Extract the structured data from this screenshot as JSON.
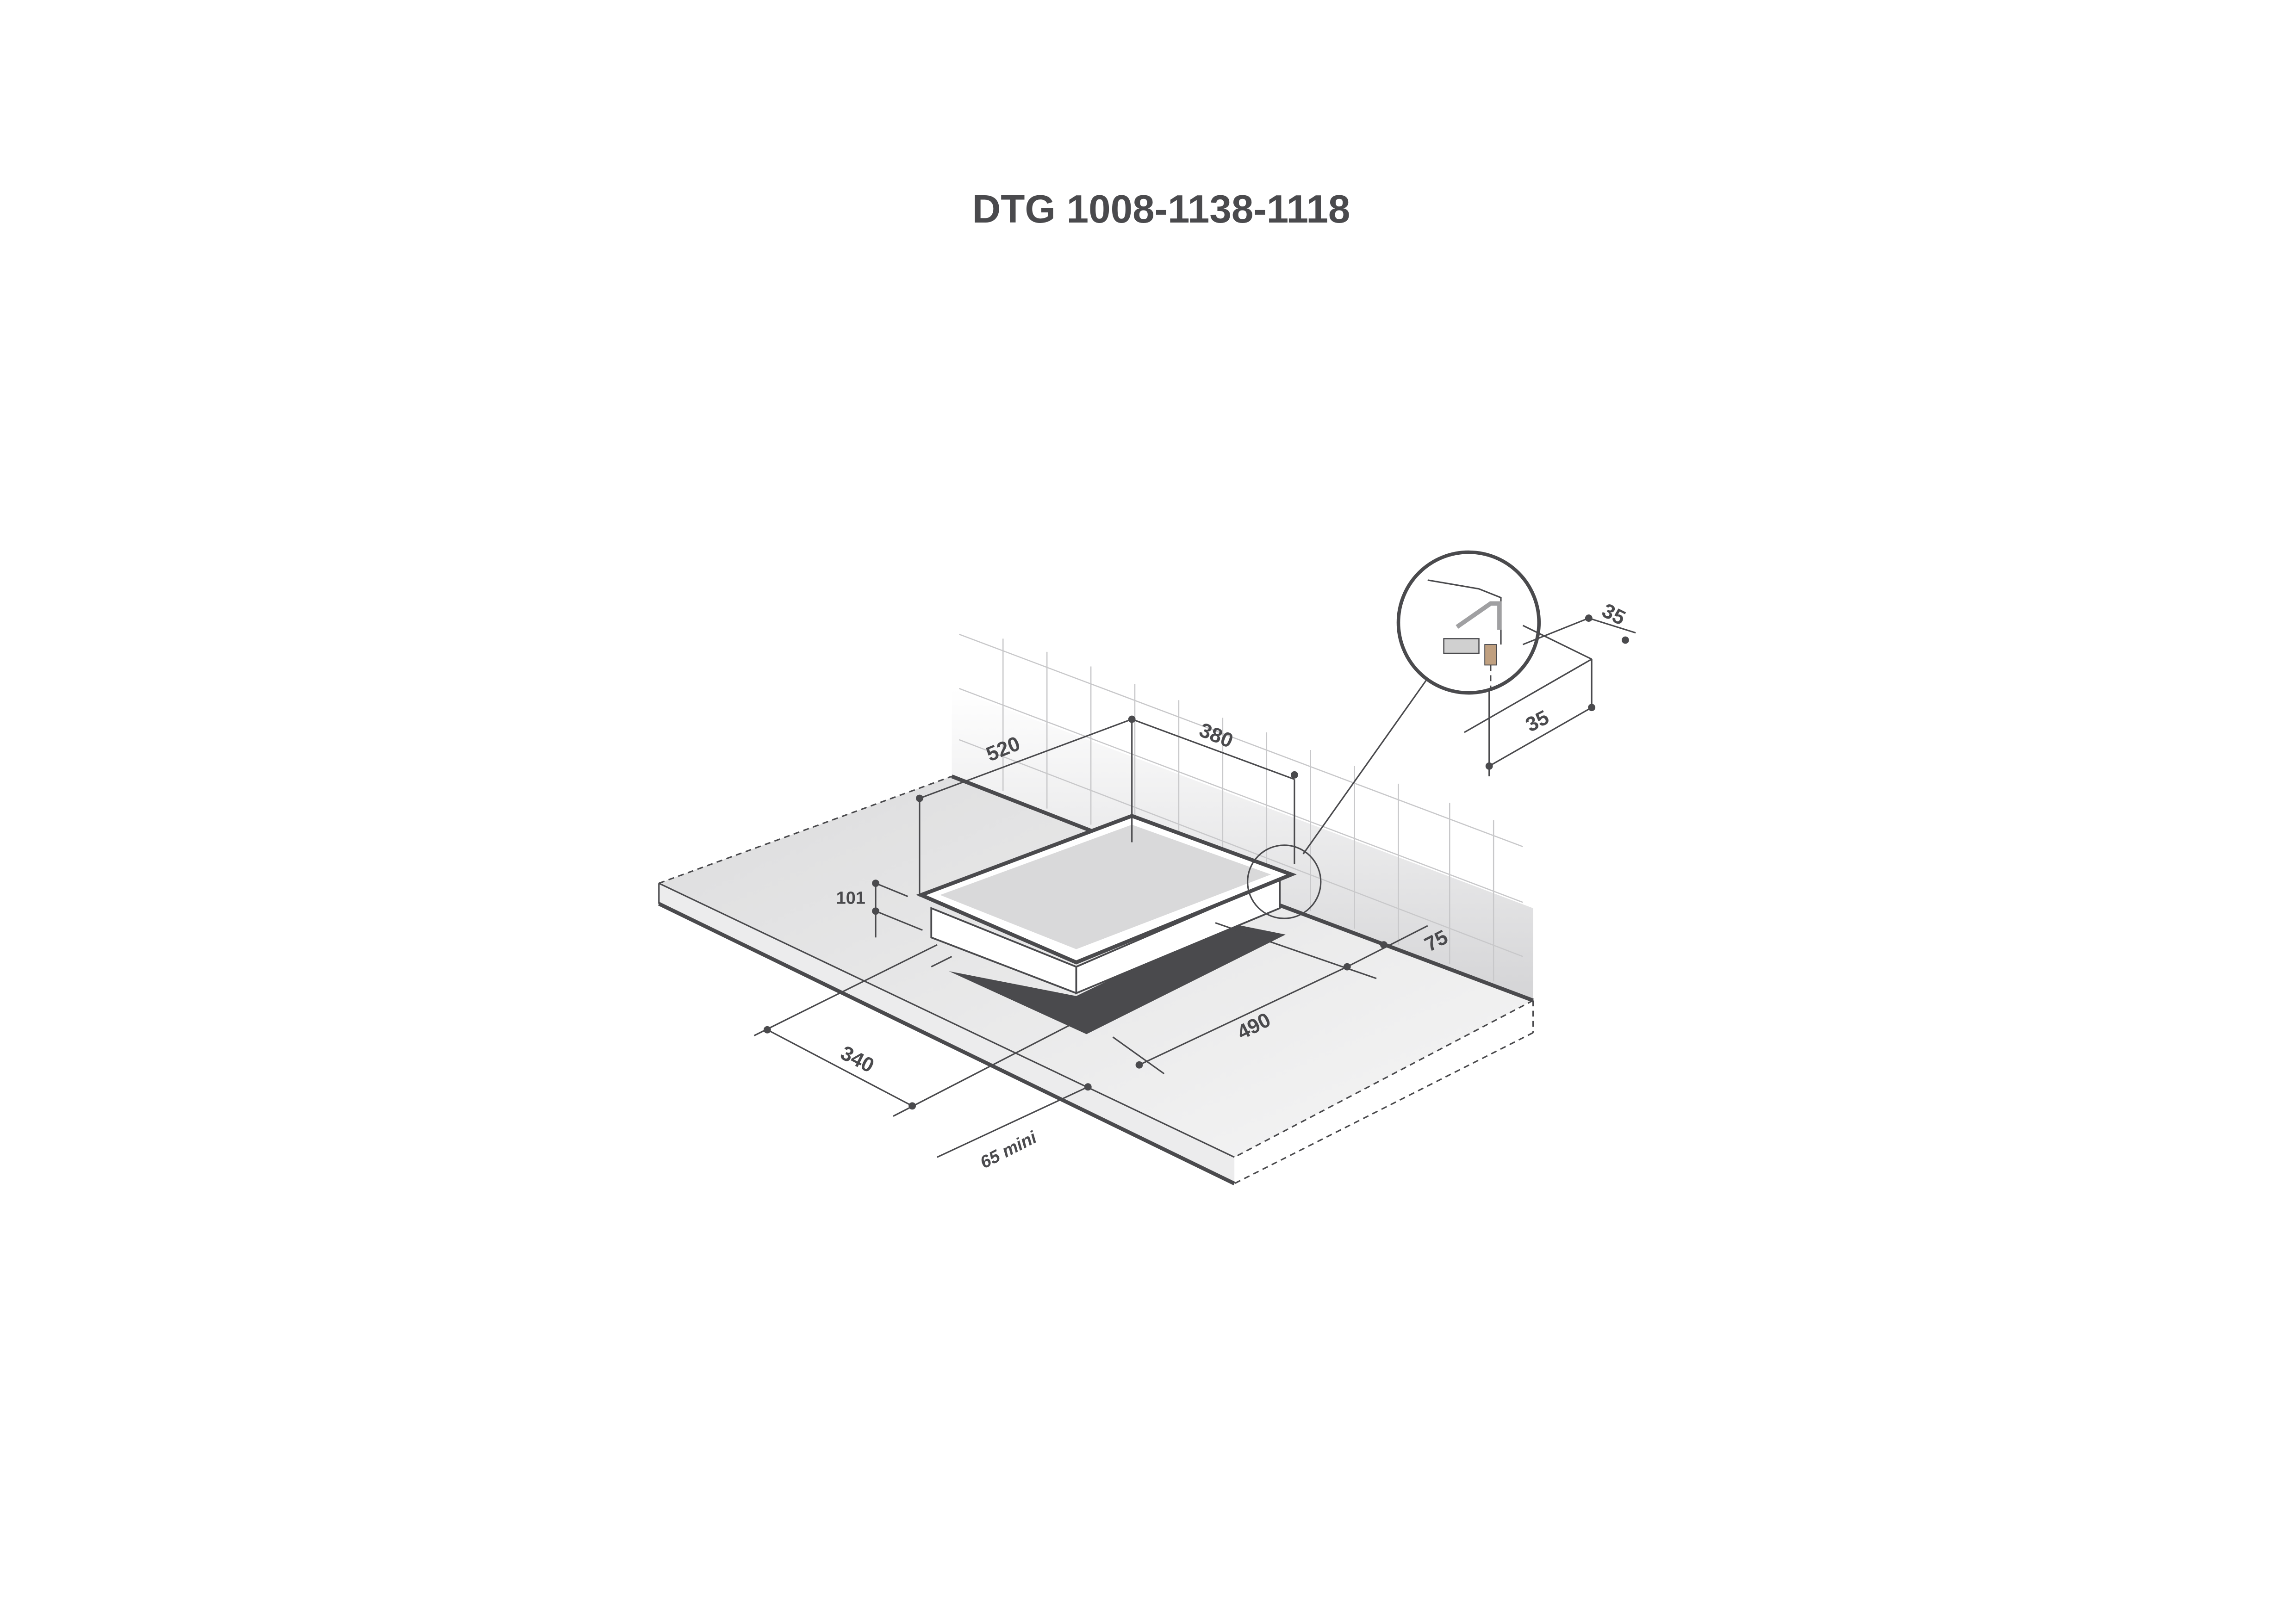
{
  "title": "DTG 1008-1138-1118",
  "dimensions": {
    "hob_depth": "380",
    "hob_width": "520",
    "height": "101",
    "wall_clearance": "75",
    "cutout_width": "490",
    "cutout_depth": "340",
    "front_clearance": "65 mini",
    "detail_vertical": "35",
    "detail_horizontal": "35"
  },
  "colors": {
    "ink": "#4a4a4d",
    "countertop": "#e4e4e5",
    "cutout": "#4a4a4d",
    "hob_top": "#d9d9da"
  }
}
